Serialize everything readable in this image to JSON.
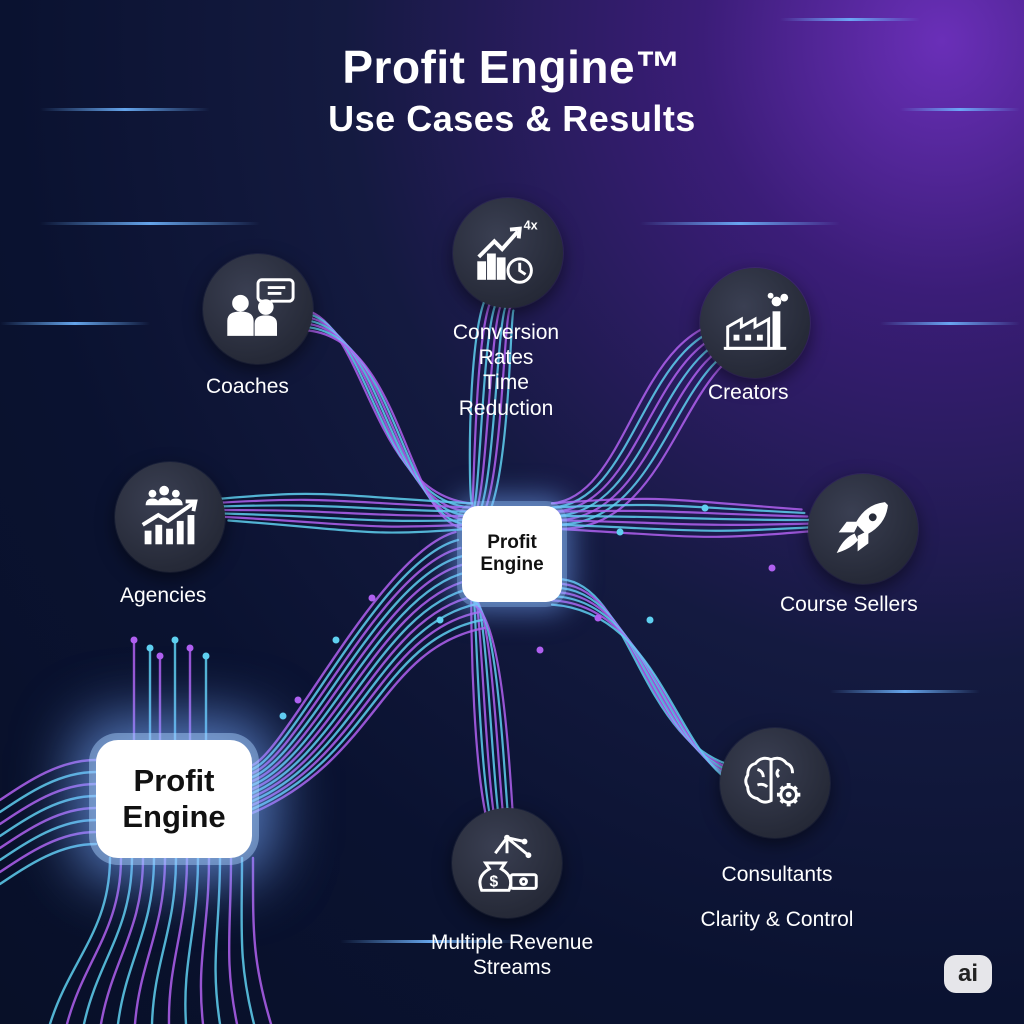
{
  "header": {
    "title": "Profit Engine™",
    "subtitle": "Use Cases & Results"
  },
  "hubs": {
    "center": {
      "line1": "Profit",
      "line2": "Engine"
    },
    "main": {
      "line1": "Profit",
      "line2": "Engine"
    }
  },
  "nodes": [
    {
      "id": "coaches",
      "icon": "coaching-chat-icon",
      "lines": [
        "Coaches"
      ]
    },
    {
      "id": "conversion",
      "icon": "growth-clock-icon",
      "badge": "4x",
      "lines": [
        "Conversion",
        "Rates",
        "Time",
        "Reduction"
      ]
    },
    {
      "id": "creators",
      "icon": "factory-icon",
      "lines": [
        "Creators"
      ]
    },
    {
      "id": "agencies",
      "icon": "team-growth-chart-icon",
      "lines": [
        "Agencies"
      ]
    },
    {
      "id": "course-sellers",
      "icon": "rocket-icon",
      "lines": [
        "Course Sellers"
      ]
    },
    {
      "id": "consultants",
      "icon": "brain-gear-icon",
      "lines": [
        "Consultants",
        "Clarity & Control"
      ]
    },
    {
      "id": "revenue",
      "icon": "money-bag-network-icon",
      "lines": [
        "Multiple Revenue",
        "Streams"
      ]
    }
  ],
  "badge": {
    "text": "ai"
  },
  "colors": {
    "wire_cyan": "#5fd0f0",
    "wire_purple": "#b060f0",
    "background": "#0a1230",
    "accent": "#6a2fb8"
  }
}
